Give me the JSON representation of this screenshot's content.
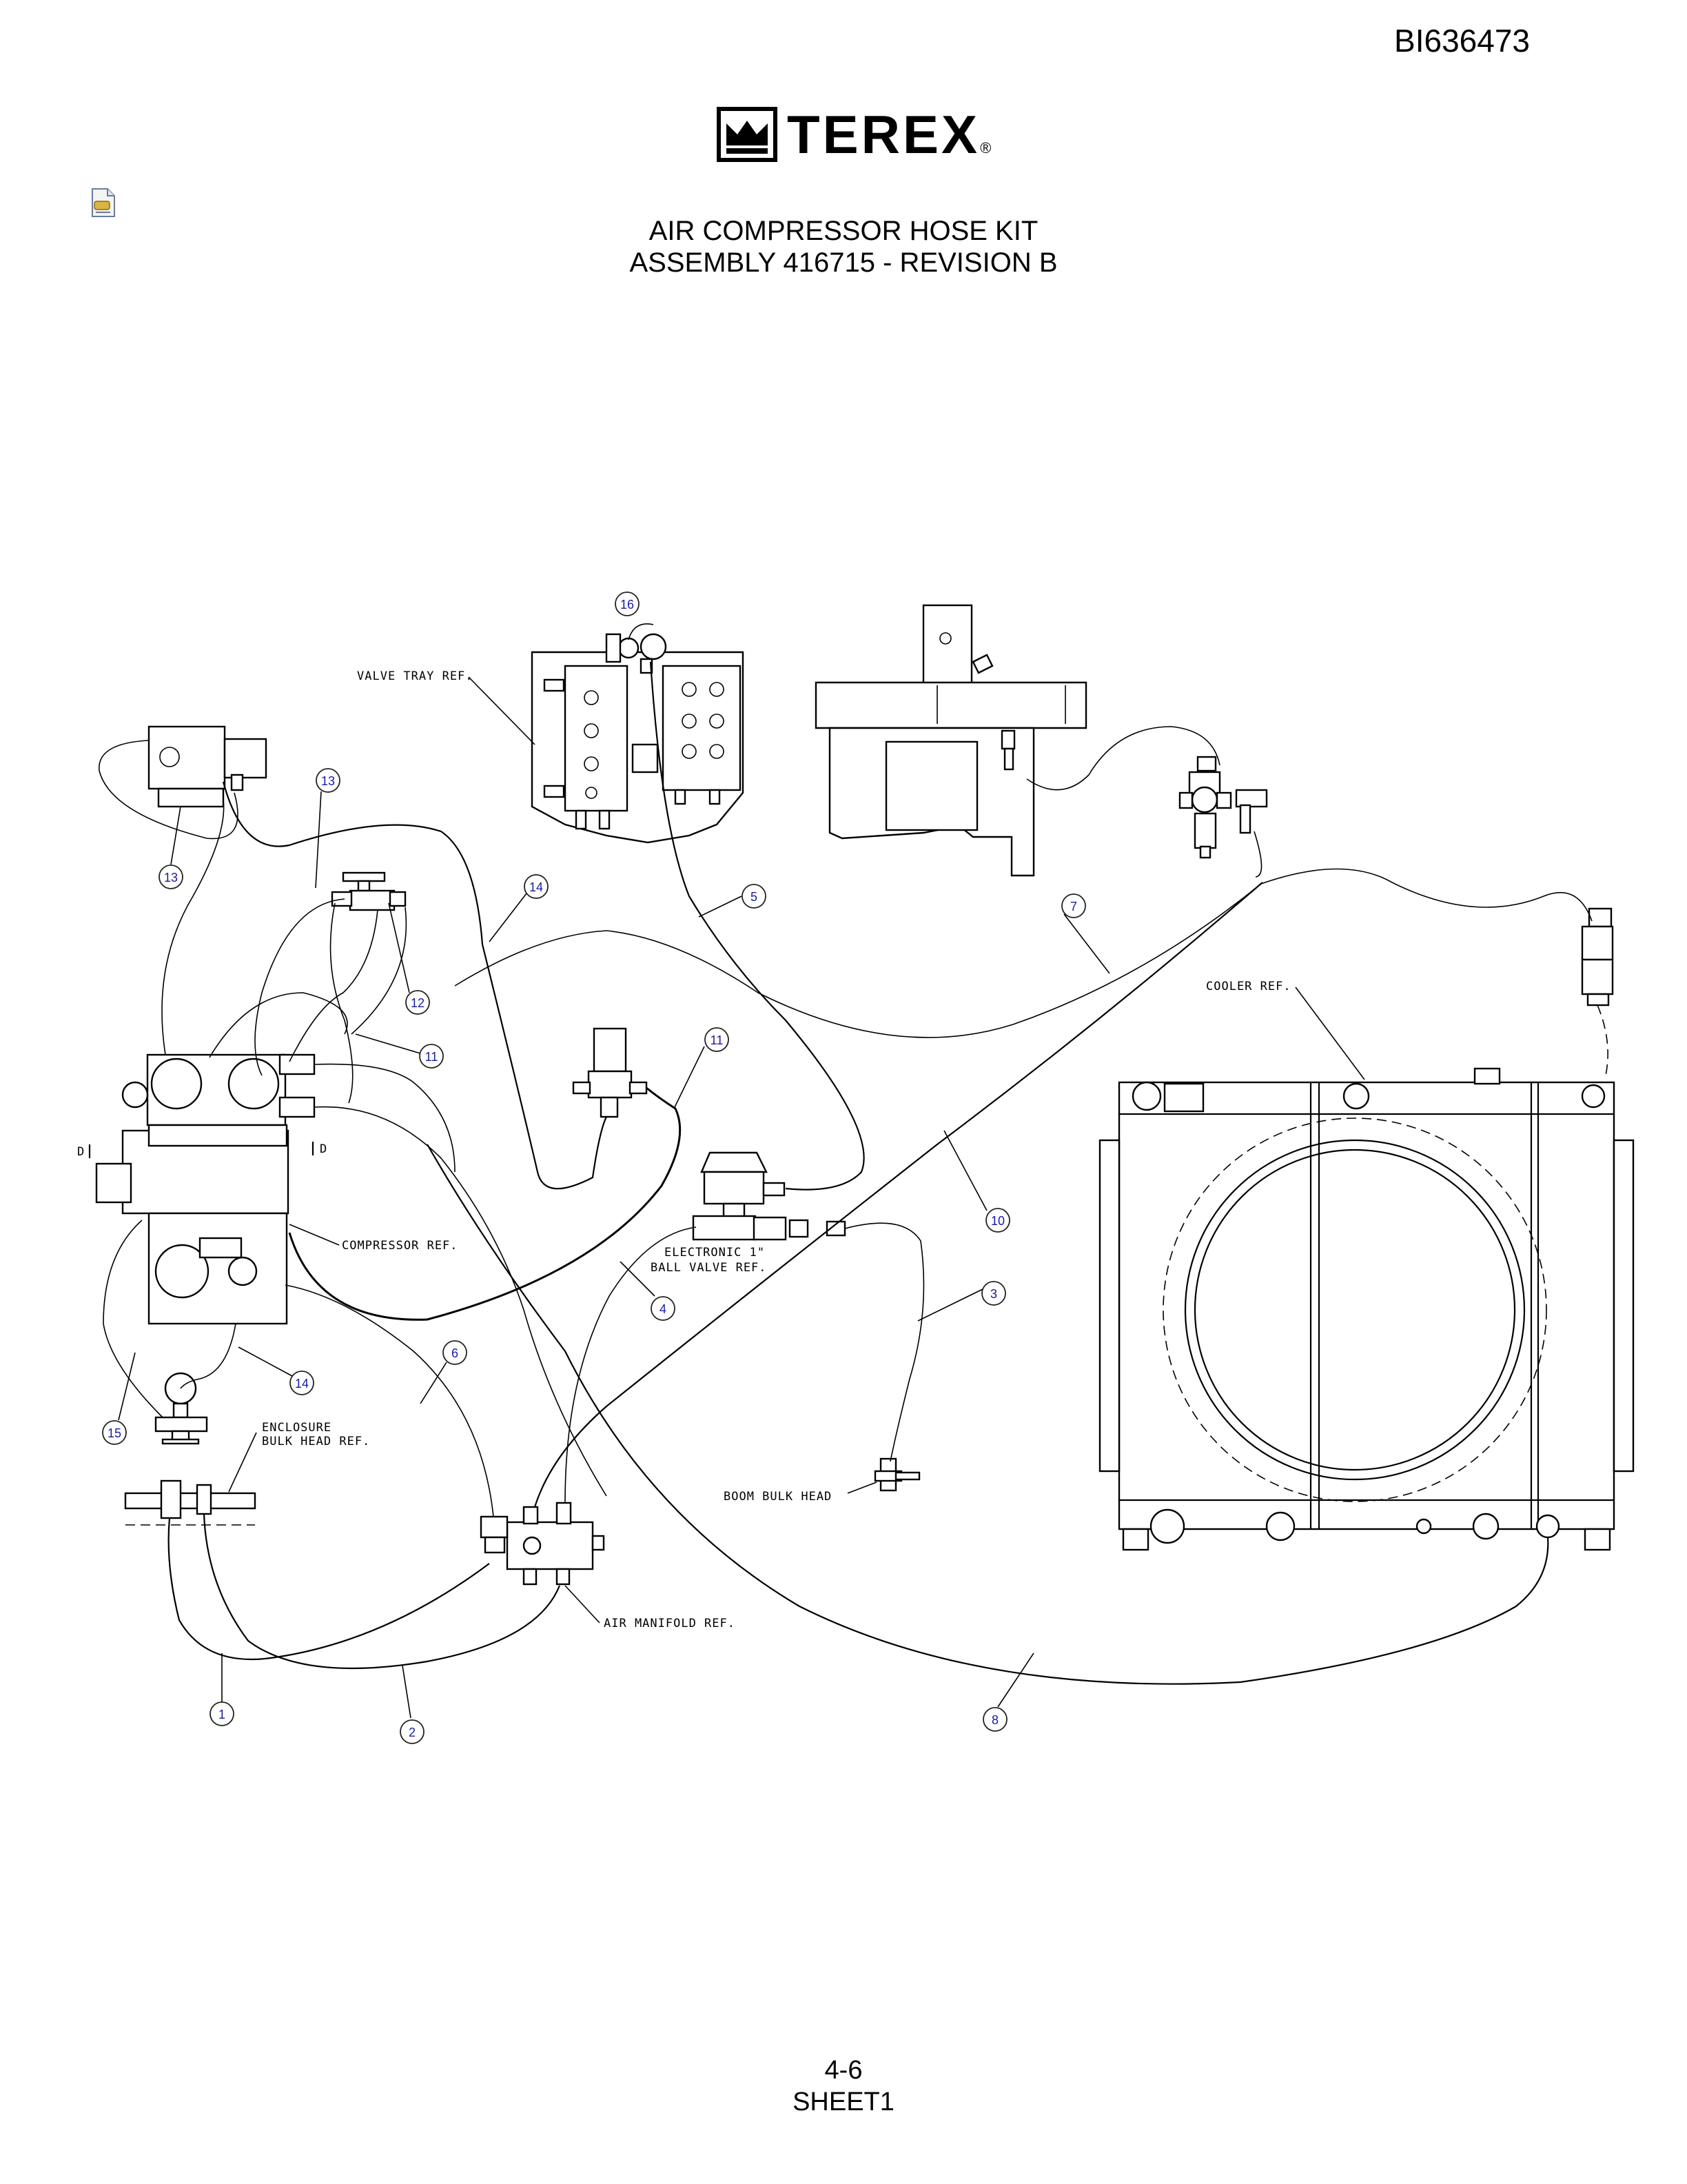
{
  "header": {
    "doc_id": "BI636473",
    "logo_text": "TEREX",
    "logo_mark": "®",
    "title_line1": "AIR COMPRESSOR HOSE KIT",
    "title_line2": "ASSEMBLY 416715 - REVISION B"
  },
  "labels": {
    "valve_tray": "VALVE TRAY REF.",
    "cooler": "COOLER REF.",
    "compressor": "COMPRESSOR REF.",
    "ball_valve_1": "ELECTRONIC 1\"",
    "ball_valve_2": "BALL VALVE REF.",
    "enclosure_1": "ENCLOSURE",
    "enclosure_2": "BULK HEAD REF.",
    "boom_bulk_head": "BOOM BULK HEAD",
    "air_manifold": "AIR MANIFOLD REF.",
    "section_d_left": "D",
    "section_d_right": "D"
  },
  "balloons": [
    "16",
    "13",
    "13",
    "14",
    "5",
    "7",
    "12",
    "11",
    "11",
    "10",
    "4",
    "3",
    "6",
    "14",
    "15",
    "1",
    "2",
    "8"
  ],
  "footer": {
    "page": "4-6",
    "sheet": "SHEET1"
  },
  "icons": [
    "terex-crown-icon",
    "document-icon"
  ]
}
